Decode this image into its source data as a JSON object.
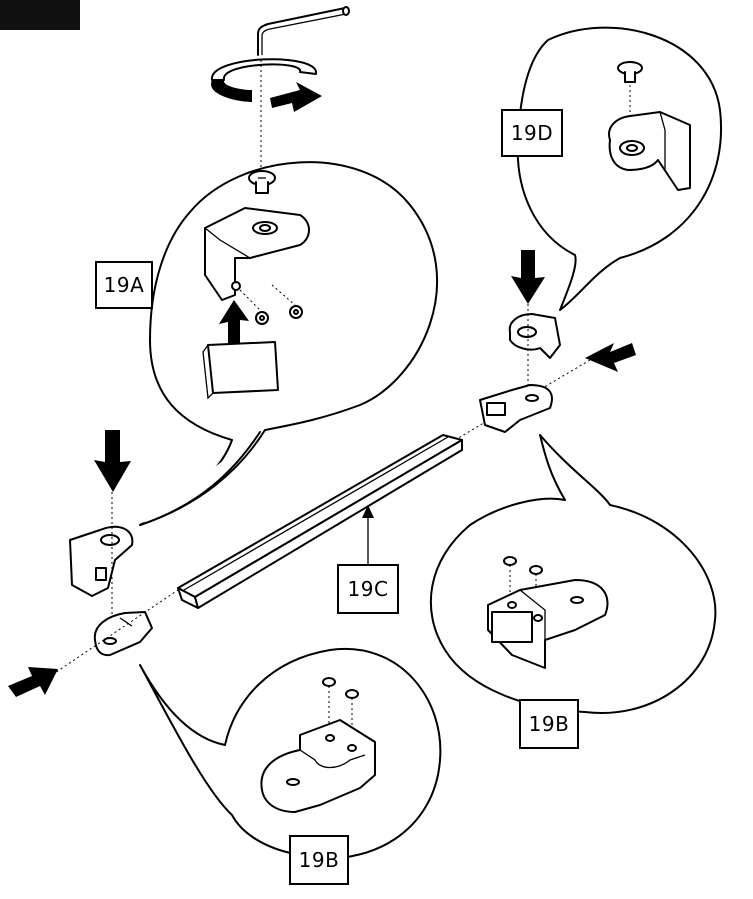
{
  "labels": {
    "a": "19A",
    "b_left": "19B",
    "b_right": "19B",
    "c": "19C",
    "d": "19D"
  }
}
